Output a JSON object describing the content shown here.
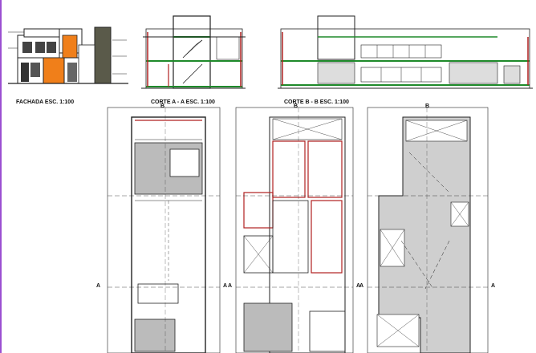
{
  "sheet": {
    "accent_colors": {
      "magenta_border": "#9b4fd1",
      "facade_orange": "#f07f1a",
      "wall_red": "#b02020",
      "floor_green": "#1e8a2a",
      "structure_dark": "#222222",
      "hatch_grey": "#888888"
    }
  },
  "titles": {
    "fachada": "FACHADA ESC. 1:100",
    "corte_a": "CORTE A - A ESC. 1:100",
    "corte_b": "CORTE B - B ESC. 1:100"
  },
  "plan_labels": {
    "axis_b": "B",
    "axis_a": "A"
  }
}
